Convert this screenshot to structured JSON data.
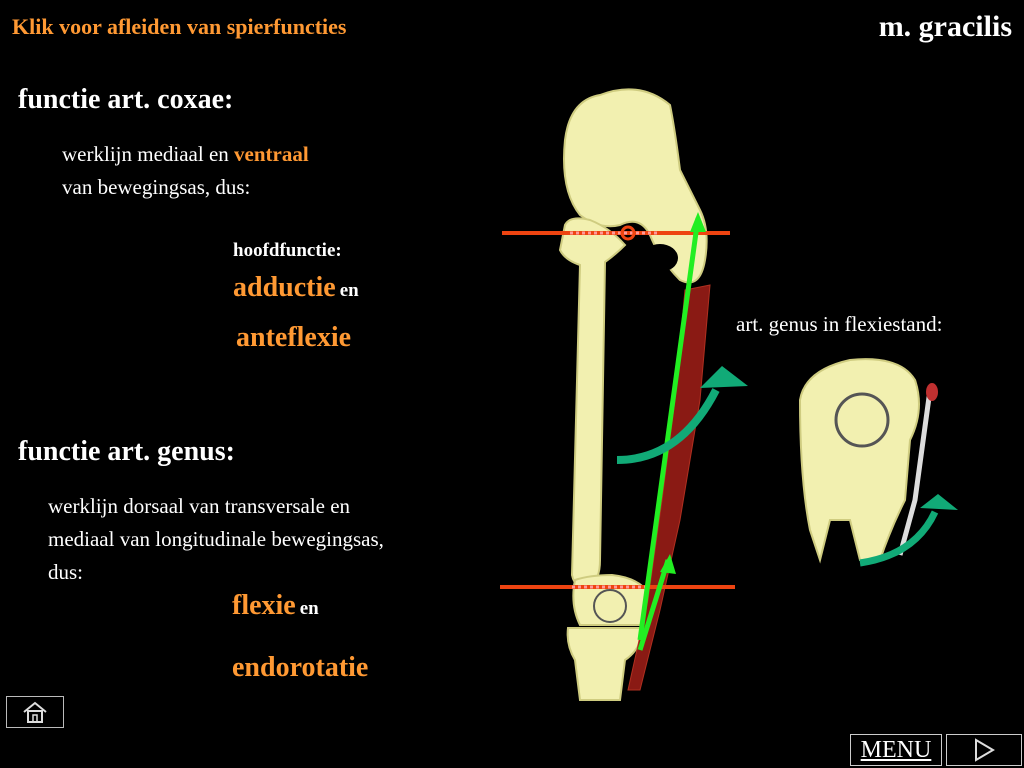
{
  "header": {
    "link_label": "Klik voor afleiden van spierfuncties",
    "muscle_name": "m. gracilis"
  },
  "coxae": {
    "heading": "functie art. coxae:",
    "line1_prefix": "werklijn mediaal en ",
    "line1_highlight": "ventraal",
    "line2": "van bewegingsas, dus:",
    "main_label": "hoofdfunctie:",
    "func1_a": "a",
    "func1_rest": "dductie",
    "conj1": "en",
    "func2": "anteflexie"
  },
  "genus": {
    "heading": "functie art. genus:",
    "line1": "werklijn dorsaal van transversale en",
    "line2": "mediaal van longitudinale bewegingsas,",
    "line3": "dus:",
    "func1": "flexie",
    "conj1": "en",
    "func2": "endorotatie"
  },
  "knee_panel": {
    "caption": "art. genus in flexiestand:"
  },
  "nav": {
    "menu_label": "MENU",
    "home_icon": "home-icon",
    "next_icon": "play-triangle-icon"
  },
  "colors": {
    "accent_orange": "#ff9933",
    "bone": "#f2f0b0",
    "muscle": "#8a1a14",
    "line_of_action": "#22ee22",
    "axis_line": "#ee4411",
    "rotation_arrow": "#11aa77"
  }
}
